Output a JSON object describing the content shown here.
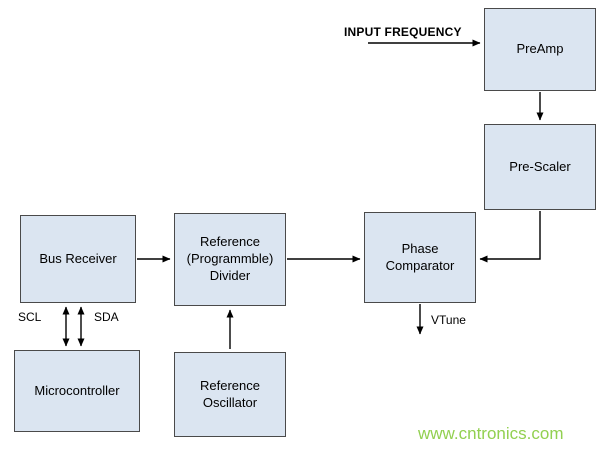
{
  "diagram": {
    "type": "block-diagram",
    "blocks": [
      {
        "id": "preamp",
        "label": "PreAmp"
      },
      {
        "id": "prescaler",
        "label": "Pre-Scaler"
      },
      {
        "id": "bus-receiver",
        "label": "Bus Receiver"
      },
      {
        "id": "ref-divider",
        "label": "Reference (Programmble) Divider"
      },
      {
        "id": "phase-comparator",
        "label": "Phase Comparator"
      },
      {
        "id": "microcontroller",
        "label": "Microcontroller"
      },
      {
        "id": "ref-oscillator",
        "label": "Reference Oscillator"
      }
    ],
    "labels": {
      "input_frequency": "INPUT FREQUENCY",
      "scl": "SCL",
      "sda": "SDA",
      "vtune": "VTune"
    },
    "connections": [
      {
        "from": "input-frequency",
        "to": "preamp",
        "direction": "right"
      },
      {
        "from": "preamp",
        "to": "prescaler",
        "direction": "down"
      },
      {
        "from": "prescaler",
        "to": "phase-comparator",
        "direction": "down-left"
      },
      {
        "from": "bus-receiver",
        "to": "ref-divider",
        "direction": "right"
      },
      {
        "from": "ref-divider",
        "to": "phase-comparator",
        "direction": "right"
      },
      {
        "from": "phase-comparator",
        "to": "vtune",
        "direction": "down"
      },
      {
        "from": "bus-receiver",
        "to": "microcontroller",
        "direction": "bidirectional",
        "label": "SCL"
      },
      {
        "from": "bus-receiver",
        "to": "microcontroller",
        "direction": "bidirectional",
        "label": "SDA"
      },
      {
        "from": "ref-oscillator",
        "to": "ref-divider",
        "direction": "up"
      }
    ],
    "watermark": "www.cntronics.com",
    "colors": {
      "block_fill": "#dbe5f1",
      "block_border": "#4a4a4a",
      "arrow": "#000000",
      "watermark_green": "#92d050",
      "background": "#ffffff"
    }
  }
}
